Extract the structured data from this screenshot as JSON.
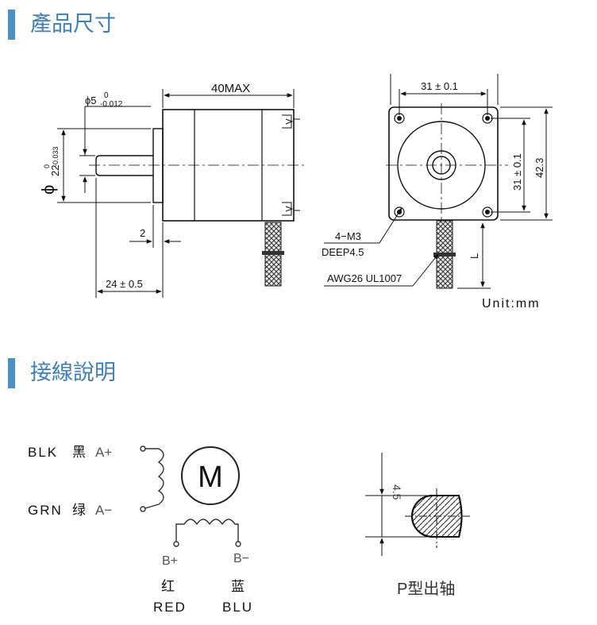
{
  "sections": {
    "dimensions_title": "產品尺寸",
    "wiring_title": "接線說明"
  },
  "drawing": {
    "length_max": "40MAX",
    "shaft_dia": "ϕ5",
    "shaft_dia_tol_upper": "0",
    "shaft_dia_tol_lower": "-0.012",
    "pilot_dia": "22",
    "pilot_dia_tol_upper": "0",
    "pilot_dia_tol_lower": "-0.033",
    "pilot_phi": "ϕ",
    "pilot_len": "2",
    "shaft_len": "24 ± 0.5",
    "hole_spacing_h": "31 ± 0.1",
    "hole_spacing_v": "31 ± 0.1",
    "frame_size": "42.3",
    "mount_holes": "4−M3",
    "mount_depth": "DEEP4.5",
    "lead_length": "L",
    "wire_spec": "AWG26  UL1007",
    "unit": "Unit:mm"
  },
  "wiring": {
    "blk_label": "BLK",
    "blk_cn": "黑",
    "blk_phase": "A+",
    "grn_label": "GRN",
    "grn_cn": "绿",
    "grn_phase": "A−",
    "motor_symbol": "M",
    "b_plus": "B+",
    "b_minus": "B−",
    "red_cn": "红",
    "red_label": "RED",
    "blu_cn": "蓝",
    "blu_label": "BLU",
    "flat_depth": "4.5",
    "shaft_type": "P型出轴"
  }
}
